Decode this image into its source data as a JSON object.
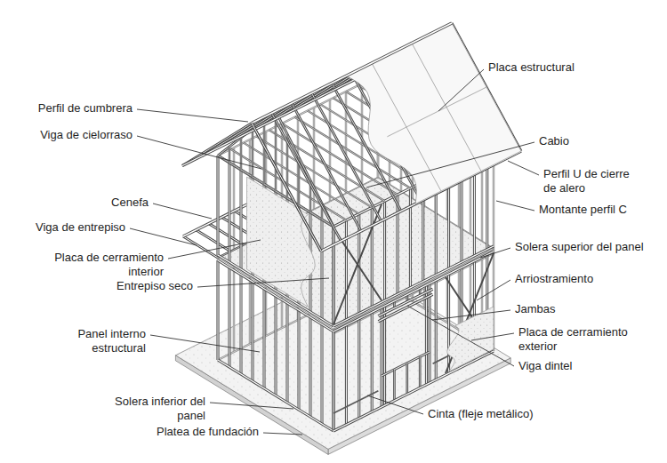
{
  "diagram": {
    "labels": [
      "Perfil de cumbrera",
      "Viga de cielorraso",
      "Cenefa",
      "Viga de entrepiso",
      "Placa de cerramiento interior",
      "Entrepiso seco",
      "Panel interno estructural",
      "Solera inferior del panel",
      "Platea de fundación",
      "Placa estructural",
      "Cabio",
      "Perfil U de cierre de alero",
      "Montante perfil C",
      "Solera superior del panel",
      "Arriostramiento",
      "Jambas",
      "Placa de cerramiento exterior",
      "Viga dintel",
      "Cinta (fleje metálico)"
    ]
  }
}
